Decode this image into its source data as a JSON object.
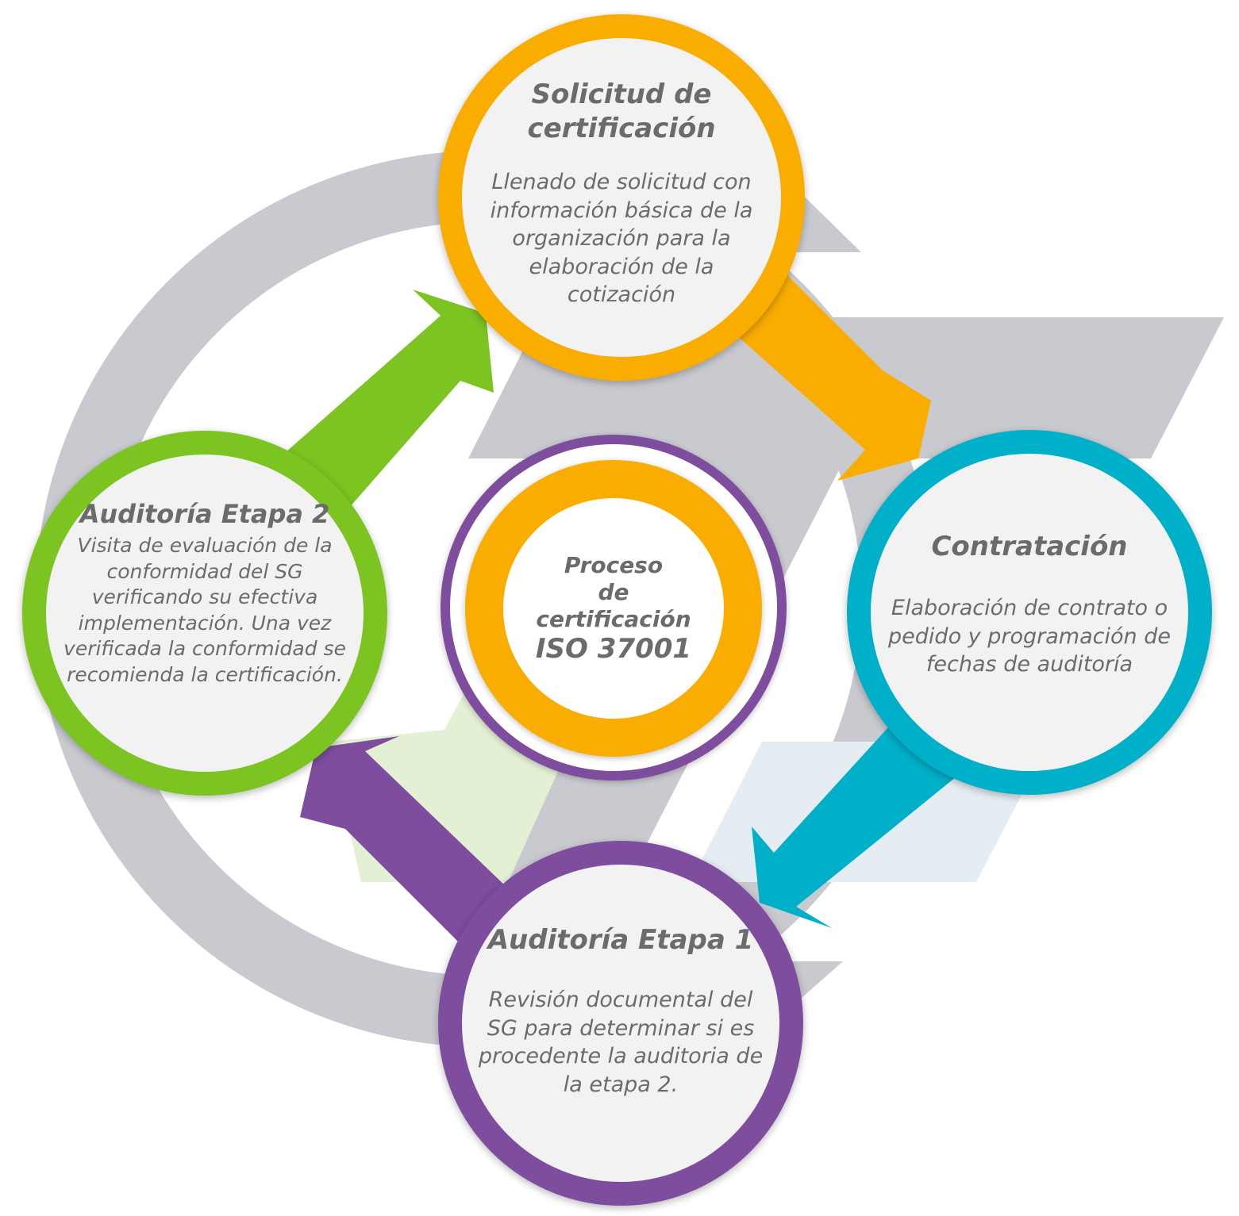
{
  "colors": {
    "ring_gray": "#c9cad0",
    "shape_light_green": "#e3f0d4",
    "shape_light_blue": "#e6edf2",
    "orange": "#f9ad00",
    "teal": "#00b0c8",
    "green": "#7cc422",
    "purple": "#7e4d9e",
    "circle_fill": "#f2f2f2",
    "text": "#6b6b6b"
  },
  "center": {
    "line1": "Proceso",
    "line2": "de",
    "line3": "certificación",
    "line4": "ISO 37001"
  },
  "nodes": {
    "solicitud": {
      "title": "Solicitud de certificación",
      "description": "Llenado de solicitud con información básica de la organización para la elaboración de la cotización"
    },
    "contratacion": {
      "title": "Contratación",
      "description": "Elaboración de contrato o pedido y programación de fechas de auditoría"
    },
    "etapa1": {
      "title": "Auditoría Etapa 1",
      "description": "Revisión documental del SG para determinar si es procedente la auditoria de la etapa 2."
    },
    "etapa2": {
      "title": "Auditoría Etapa 2",
      "description": "Visita de evaluación de la conformidad del SG verificando su efectiva implementación. Una vez verificada la conformidad se recomienda la certificación."
    }
  }
}
